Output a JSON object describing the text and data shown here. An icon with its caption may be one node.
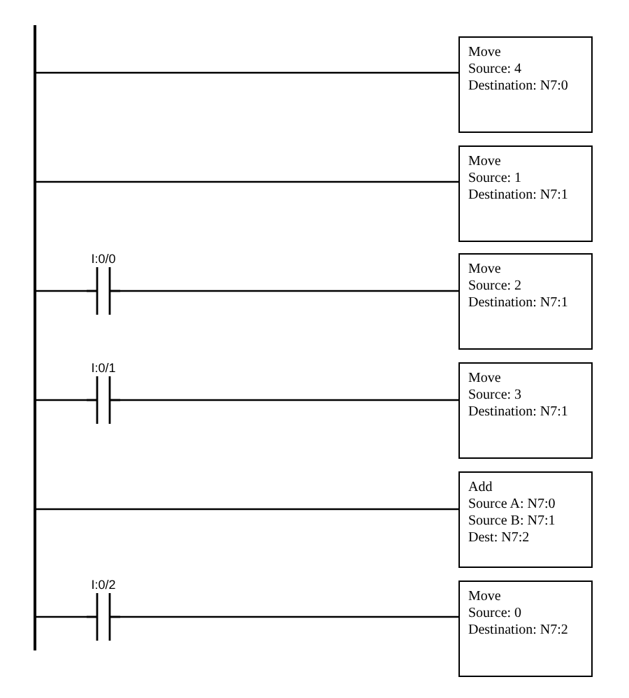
{
  "diagram": {
    "nodes": [
      {
        "text": [],
        "shape": "bar"
      },
      {
        "text": [
          "Move",
          "Source: 4",
          "Destination: N7:0"
        ]
      },
      {
        "text": [
          "Move",
          "Source: 1",
          "Destination: N7:1"
        ]
      },
      {
        "text": [
          "I:0/0"
        ]
      },
      {
        "text": [
          "Move",
          "Source: 2",
          "Destination: N7:1"
        ]
      },
      {
        "text": [
          "I:0/1"
        ]
      },
      {
        "text": [
          "Move",
          "Source: 3",
          "Destination: N7:1"
        ]
      },
      {
        "text": [
          "Add",
          "Source A: N7:0",
          "Source B: N7:1",
          "Dest: N7:2"
        ]
      },
      {
        "text": [
          "I:0/2"
        ]
      },
      {
        "text": [
          "Move",
          "Source: 0",
          "Destination: N7:2"
        ]
      }
    ],
    "edges": [
      {
        "from": 0,
        "to": 1,
        "arrow": "none"
      },
      {
        "from": 0,
        "to": 2,
        "arrow": "none"
      },
      {
        "from": 0,
        "to": 3,
        "arrow": "none"
      },
      {
        "from": 3,
        "to": 4,
        "arrow": "none"
      },
      {
        "from": 0,
        "to": 5,
        "arrow": "none"
      },
      {
        "from": 5,
        "to": 6,
        "arrow": "none"
      },
      {
        "from": 0,
        "to": 7,
        "arrow": "none"
      },
      {
        "from": 0,
        "to": 8,
        "arrow": "none"
      },
      {
        "from": 8,
        "to": 9,
        "arrow": "none"
      }
    ]
  }
}
